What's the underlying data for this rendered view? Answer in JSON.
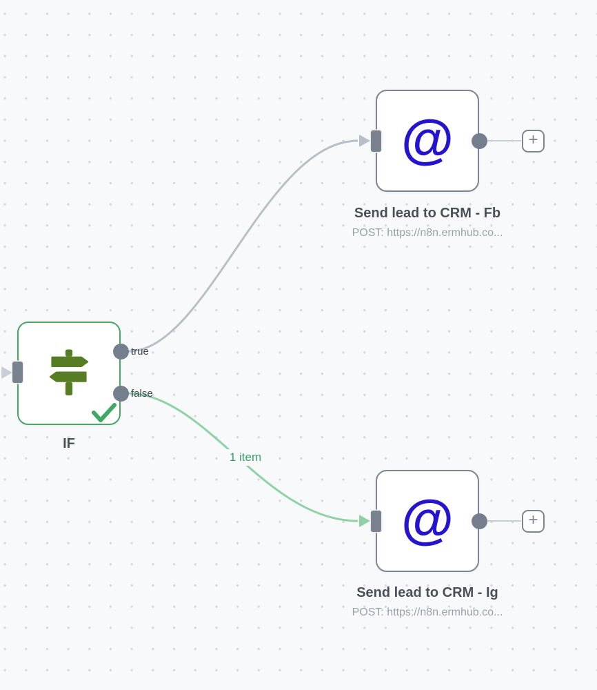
{
  "canvas": {
    "background": "#f8f9fb",
    "dot_color": "#d5d9df"
  },
  "icons": {
    "at_glyph": "@",
    "plus_glyph": "+"
  },
  "colors": {
    "if_border_green": "#4aa567",
    "http_border_gray": "#7d8593",
    "endpoint_gray": "#747e8c",
    "edge_gray": "#b9bfc9",
    "edge_green": "#8fd2a6",
    "items_label_green": "#3fa06a",
    "signpost_green": "#567d24",
    "check_green": "#3fa863",
    "at_blue": "#2414cd"
  },
  "nodes": [
    {
      "id": "if",
      "label": "IF",
      "type": "if",
      "icon": "signpost-icon",
      "status": "success",
      "outputs": [
        {
          "label": "true"
        },
        {
          "label": "false"
        }
      ]
    },
    {
      "id": "send-lead-to-crm-fb",
      "label": "Send lead to CRM - Fb",
      "subtitle": "POST: https://n8n.ermhub.co...",
      "type": "http-request",
      "icon": "at-icon"
    },
    {
      "id": "send-lead-to-crm-ig",
      "label": "Send lead to CRM - Ig",
      "subtitle": "POST: https://n8n.ermhub.co...",
      "type": "http-request",
      "icon": "at-icon"
    }
  ],
  "connections": [
    {
      "from": "IF: true",
      "to": "Send lead to CRM - Fb",
      "label": "",
      "state": "default"
    },
    {
      "from": "IF: false",
      "to": "Send lead to CRM - Ig",
      "label": "1 item",
      "state": "executed"
    }
  ]
}
